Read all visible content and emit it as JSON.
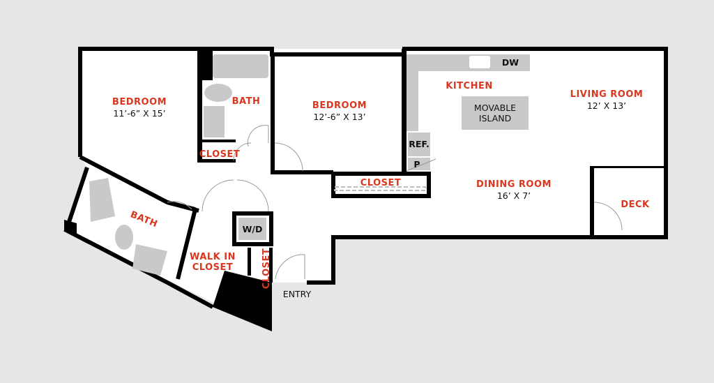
{
  "colors": {
    "label": "#d9371e",
    "background": "#e6e6e6",
    "fixture": "#c9c9c9",
    "wall": "#000000"
  },
  "rooms": {
    "bedroom1": {
      "name": "BEDROOM",
      "dims": "11’-6” X 15’"
    },
    "bath1": {
      "name": "BATH"
    },
    "bedroom2": {
      "name": "BEDROOM",
      "dims": "12’-6” X 13’"
    },
    "kitchen": {
      "name": "KITCHEN"
    },
    "living": {
      "name": "LIVING ROOM",
      "dims": "12’ X 13’"
    },
    "dining": {
      "name": "DINING ROOM",
      "dims": "16’ X 7’"
    },
    "deck": {
      "name": "DECK"
    },
    "bath2": {
      "name": "BATH"
    },
    "walkin": {
      "line1": "WALK IN",
      "line2": "CLOSET"
    },
    "closet_bath": {
      "name": "CLOSET"
    },
    "closet_bedroom": {
      "name": "CLOSET"
    },
    "closet_entry": {
      "name": "CLOSET"
    },
    "entry": {
      "name": "ENTRY"
    }
  },
  "fixtures": {
    "dw": "DW",
    "island_line1": "MOVABLE",
    "island_line2": "ISLAND",
    "ref": "REF.",
    "pantry": "P",
    "wd": "W/D"
  }
}
